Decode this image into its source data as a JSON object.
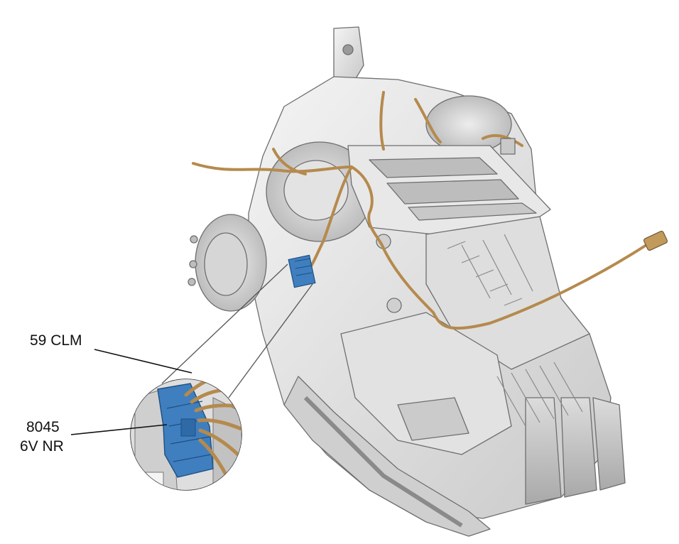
{
  "labels": {
    "clm": "59 CLM",
    "connector_line1": "8045",
    "connector_line2": "6V NR"
  },
  "colors": {
    "housing": "#d9d9d9",
    "housing_light": "#f0f0f0",
    "housing_dark": "#a8a8a8",
    "outline": "#6e6e6e",
    "harness": "#b58a4d",
    "connector": "#3f7fbf",
    "leader": "#111111"
  },
  "icons": {
    "connector": "blue-connector-icon"
  }
}
